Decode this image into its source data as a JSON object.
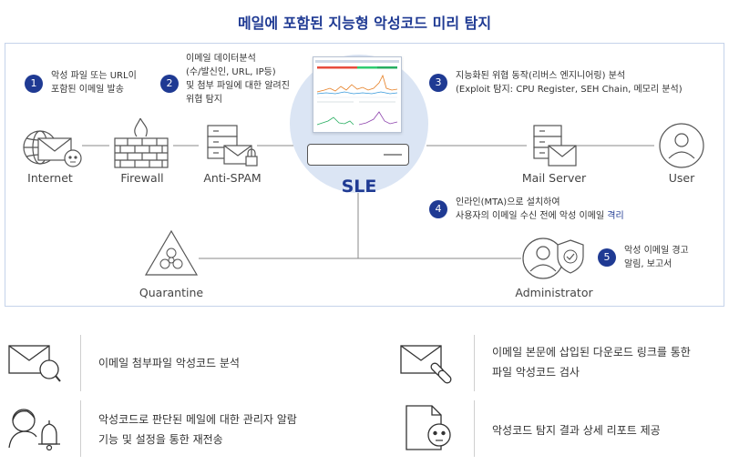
{
  "title": "메일에 포함된 지능형 악성코드 미리 탐지",
  "nodes": {
    "internet": "Internet",
    "firewall": "Firewall",
    "antispam": "Anti-SPAM",
    "sle": "SLE",
    "mail_server": "Mail Server",
    "user": "User",
    "quarantine": "Quarantine",
    "administrator": "Administrator"
  },
  "steps": [
    {
      "num": "1",
      "lines": [
        "악성 파일 또는 URL이",
        "포함된 이메일 발송"
      ]
    },
    {
      "num": "2",
      "lines": [
        "이메일 데이터분석",
        "(수/발신인, URL, IP등)",
        "및 첨부 파일에 대한 알려진",
        "위협 탐지"
      ]
    },
    {
      "num": "3",
      "lines": [
        "지능화된 위협 동작(리버스 엔지니어링) 분석",
        "(Exploit 탐지: CPU Register, SEH Chain, 메모리 분석)"
      ]
    },
    {
      "num": "4",
      "lines": [
        "인라인(MTA)으로 설치하여",
        "사용자의 이메일 수신 전에 악성 이메일"
      ],
      "highlight": "격리"
    },
    {
      "num": "5",
      "lines": [
        "악성 이메일 경고",
        "알림, 보고서"
      ]
    }
  ],
  "features": [
    {
      "icon": "mail-search-icon",
      "lines": [
        "이메일 첨부파일 악성코드 분석"
      ]
    },
    {
      "icon": "mail-link-icon",
      "lines": [
        "이메일 본문에 삽입된 다운로드 링크를 통한",
        "파일 악성코드 검사"
      ]
    },
    {
      "icon": "admin-alarm-icon",
      "lines": [
        "악성코드로 판단된 메일에 대한 관리자 알람",
        "기능 및 설정을 통한 재전송"
      ]
    },
    {
      "icon": "report-skull-icon",
      "lines": [
        "악성코드 탐지 결과 상세 리포트 제공"
      ]
    }
  ],
  "colors": {
    "accent": "#1f3a93",
    "circle": "#dbe5f4",
    "border": "#c5d3ea"
  }
}
